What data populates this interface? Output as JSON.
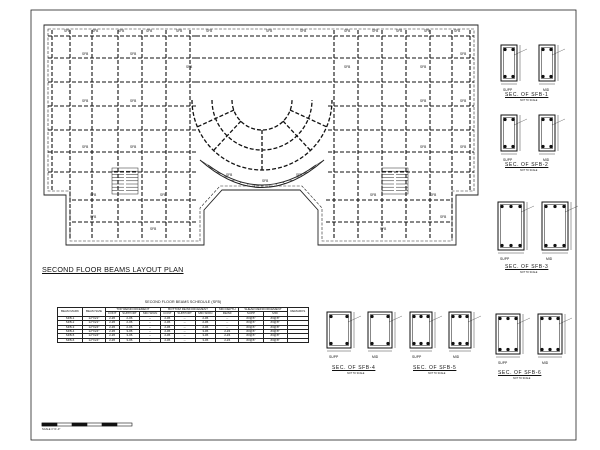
{
  "plan_title": "SECOND FLOOR BEAMS LAYOUT PLAN",
  "schedule": {
    "caption": "SECOND FLOOR BEAMS SCHEDULE (SFB)",
    "group_headers": [
      "TOP REINFORCEMENT",
      "BOTTOM REINFORCEMENT",
      "MID DEPTH",
      "SHEAR REINFORCEMENT"
    ],
    "col_headers": [
      "BEAM MARK",
      "BEAM SIZE",
      "CONT",
      "SUPPORT",
      "MID SPAN",
      "CONT",
      "SUPPORT",
      "MID SPAN",
      "REINF",
      "SUPP",
      "MID",
      "REMARKS"
    ],
    "rows": [
      [
        "SFB-1",
        "12\"X21\"",
        "2-#6",
        "2-#6",
        "--",
        "2-#6",
        "--",
        "2-#6",
        "--",
        "#3@6\"",
        "#3@8\"",
        ""
      ],
      [
        "SFB-2",
        "12\"X21\"",
        "2-#6",
        "2-#6",
        "--",
        "2-#6",
        "--",
        "2-#6",
        "--",
        "#3@6\"",
        "#3@8\"",
        ""
      ],
      [
        "SFB-3",
        "12\"X24\"",
        "2-#6",
        "2-#6",
        "--",
        "2-#6",
        "--",
        "2-#6",
        "--",
        "#3@6\"",
        "#3@8\"",
        ""
      ],
      [
        "SFB-4",
        "12\"X24\"",
        "2-#6",
        "3-#6",
        "--",
        "2-#6",
        "--",
        "3-#6",
        "2-#4",
        "#3@6\"",
        "#3@8\"",
        ""
      ],
      [
        "SFB-5",
        "12\"X24\"",
        "2-#6",
        "3-#6",
        "--",
        "2-#6",
        "--",
        "3-#6",
        "2-#4",
        "#3@6\"",
        "#3@8\"",
        ""
      ],
      [
        "SFB-6",
        "12\"X24\"",
        "2-#6",
        "3-#6",
        "--",
        "2-#6",
        "--",
        "3-#6",
        "2-#4",
        "#3@6\"",
        "#3@8\"",
        ""
      ]
    ]
  },
  "sections": [
    {
      "label": "SEC. OF SFB-1",
      "sub": "NOT TO SCALE",
      "supp": "SUPP",
      "mid": "MID"
    },
    {
      "label": "SEC. OF SFB-2",
      "sub": "NOT TO SCALE",
      "supp": "SUPP",
      "mid": "MID"
    },
    {
      "label": "SEC. OF SFB-3",
      "sub": "NOT TO SCALE",
      "supp": "SUPP",
      "mid": "MID"
    },
    {
      "label": "SEC. OF SFB-4",
      "sub": "NOT TO SCALE",
      "supp": "SUPP",
      "mid": "MID"
    },
    {
      "label": "SEC. OF SFB-5",
      "sub": "NOT TO SCALE",
      "supp": "SUPP",
      "mid": "MID"
    },
    {
      "label": "SEC. OF SFB-6",
      "sub": "NOT TO SCALE",
      "supp": "SUPP",
      "mid": "MID"
    }
  ],
  "scale_bar_caption": "SCALE 1\"=1'-0\"",
  "beam_tag": "SFB"
}
